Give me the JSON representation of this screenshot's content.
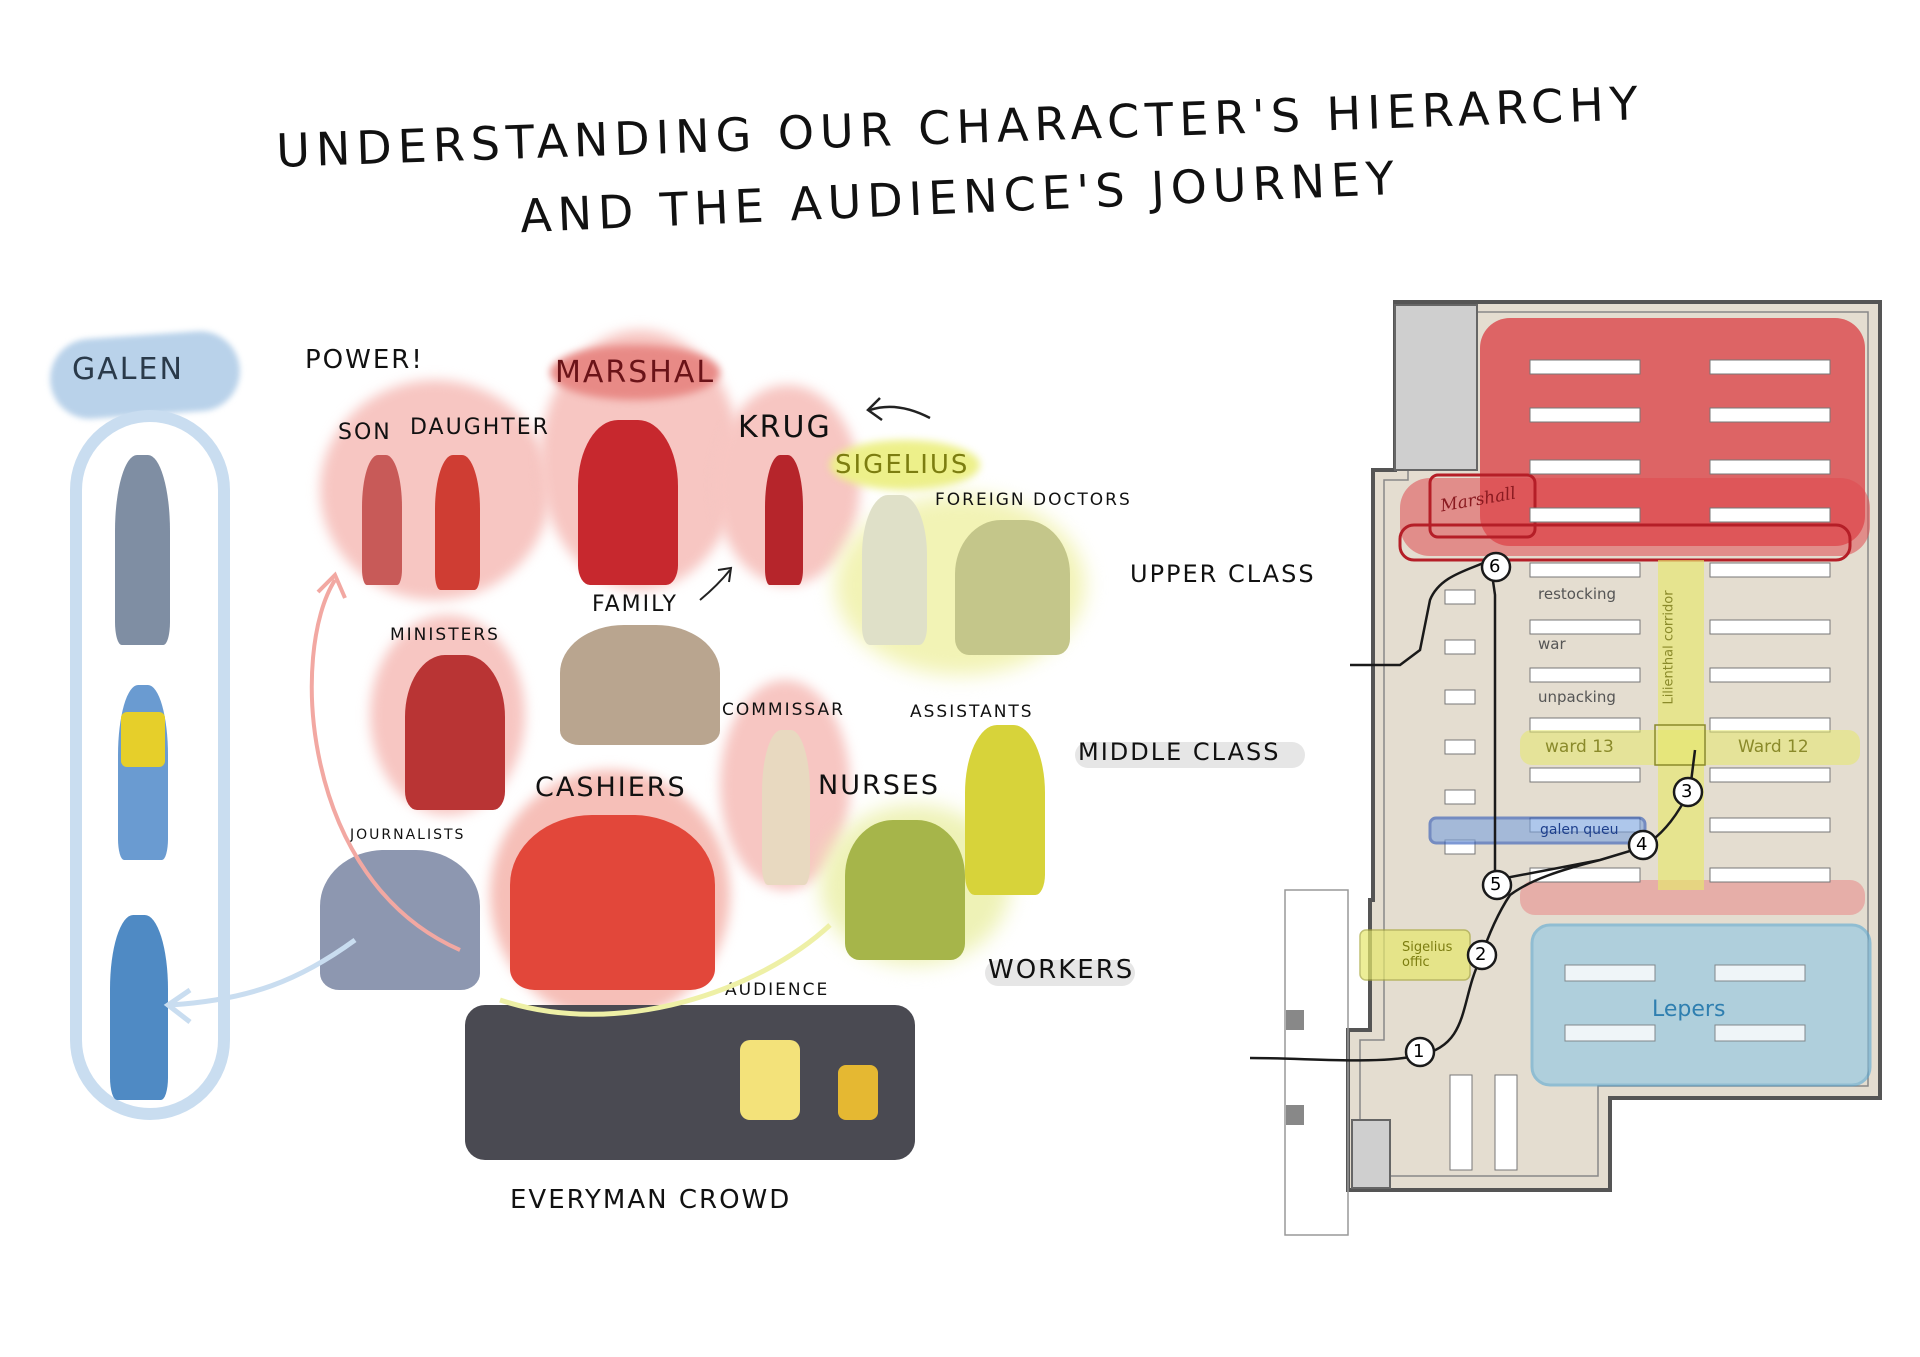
{
  "title": {
    "line1": "UNDERSTANDING OUR CHARACTER'S HIERARCHY",
    "line2": "AND THE AUDIENCE'S JOURNEY"
  },
  "hierarchy": {
    "galen": "GALEN",
    "power": "POWER!",
    "son": "SON",
    "daughter": "DAUGHTER",
    "marshal": "MARSHAL",
    "krug": "KRUG",
    "sigelius": "SIGELIUS",
    "foreign_doctors": "FOREIGN DOCTORS",
    "family": "FAMILY",
    "ministers": "MINISTERS",
    "commissar": "COMMISSAR",
    "assistants": "ASSISTANTS",
    "cashiers": "CASHIERS",
    "nurses": "NURSES",
    "journalists": "JOURNALISTS",
    "audience": "AUDIENCE",
    "everyman_crowd": "EVERYMAN CROWD",
    "upper_class": "UPPER CLASS",
    "middle_class": "MIDDLE CLASS",
    "workers": "WORKERS"
  },
  "floorplan": {
    "marshall": "Marshall",
    "restocking": "restocking",
    "war": "war",
    "unpacking": "unpacking",
    "lilienthal_corridor": "Lilienthal corridor",
    "ward13": "ward 13",
    "ward12": "Ward 12",
    "galen_queue": "galen queu",
    "sigelius_office": "Sigelius offic",
    "lepers": "Lepers",
    "steps": [
      "1",
      "2",
      "3",
      "4",
      "5",
      "6"
    ]
  },
  "colors": {
    "power_red": "#f4b8b4",
    "marshal_red": "#d9242d",
    "upper_yellow": "#e8ec7a",
    "galen_blue": "#b9d2ea",
    "lepers_blue": "#8cc7e4",
    "floor_beige": "#e4ddd0"
  }
}
